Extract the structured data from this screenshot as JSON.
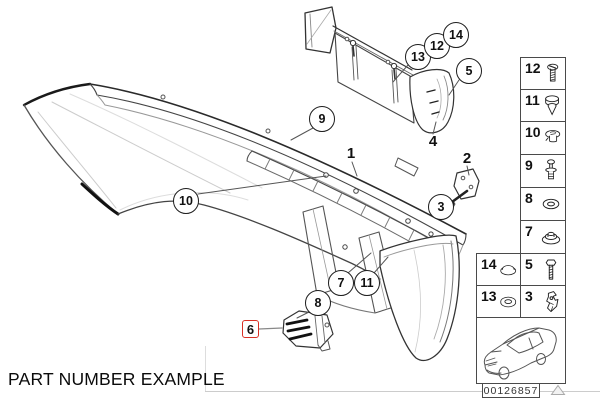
{
  "caption": "PART NUMBER EXAMPLE",
  "image_number": "00126857",
  "colors": {
    "highlight_red": "#d93025",
    "line_dark": "#222222",
    "line_light": "#aaaaaa",
    "table_border": "#4a4a4a"
  },
  "callouts": [
    {
      "label": "13",
      "style": "circle"
    },
    {
      "label": "12",
      "style": "circle"
    },
    {
      "label": "14",
      "style": "circle"
    },
    {
      "label": "5",
      "style": "circle"
    },
    {
      "label": "9",
      "style": "circle"
    },
    {
      "label": "1",
      "style": "plain"
    },
    {
      "label": "4",
      "style": "plain"
    },
    {
      "label": "2",
      "style": "plain"
    },
    {
      "label": "3",
      "style": "circle"
    },
    {
      "label": "10",
      "style": "circle"
    },
    {
      "label": "7",
      "style": "circle"
    },
    {
      "label": "11",
      "style": "circle"
    },
    {
      "label": "8",
      "style": "circle"
    },
    {
      "label": "6",
      "style": "highlight"
    }
  ],
  "legend": {
    "single_column": [
      {
        "number": "12",
        "part": "countersunk-screw"
      },
      {
        "number": "11",
        "part": "expanding-rivet"
      },
      {
        "number": "10",
        "part": "grommet"
      },
      {
        "number": "9",
        "part": "push-rivet"
      },
      {
        "number": "8",
        "part": "oval-washer"
      },
      {
        "number": "7",
        "part": "round-grommet"
      }
    ],
    "double_column": [
      [
        {
          "number": "14",
          "part": "cover-cap"
        },
        {
          "number": "5",
          "part": "hex-bolt"
        }
      ],
      [
        {
          "number": "13",
          "part": "ring-washer"
        },
        {
          "number": "3",
          "part": "metal-clip"
        }
      ]
    ]
  }
}
